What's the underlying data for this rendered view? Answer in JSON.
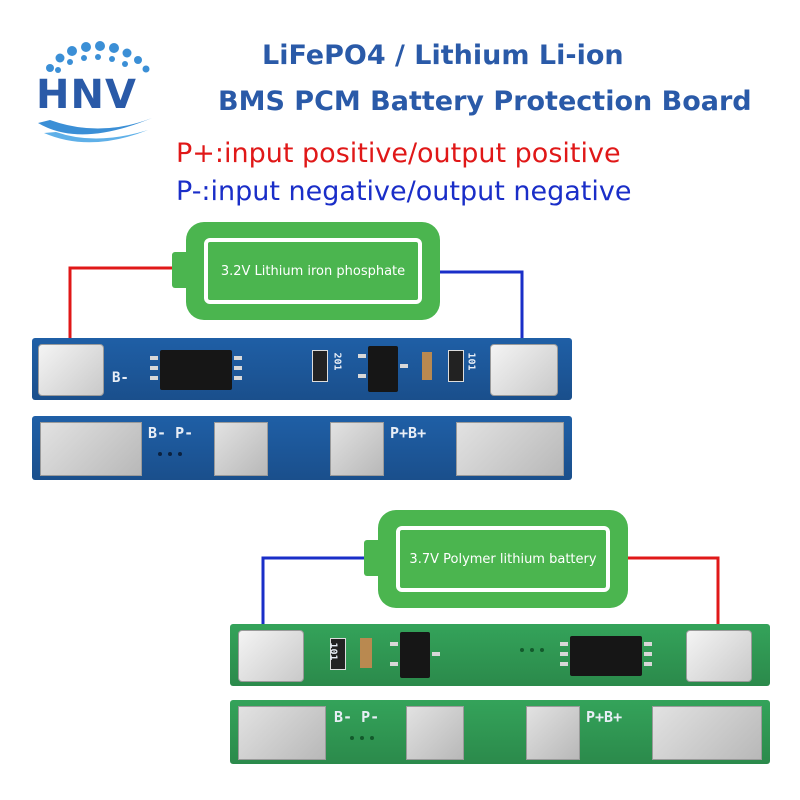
{
  "logo": {
    "text": "HNV",
    "brand_color": "#2a5aa8"
  },
  "title": {
    "line1": "LiFePO4 / Lithium Li-ion",
    "line2": "BMS PCM Battery Protection Board"
  },
  "legend": {
    "p_plus": "P+:input positive/output positive",
    "p_minus": "P-:input negative/output negative",
    "p_plus_color": "#e01818",
    "p_minus_color": "#1a2ec8"
  },
  "battery_top": {
    "label": "3.2V Lithium iron phosphate",
    "color": "#4bb54f"
  },
  "battery_bottom": {
    "label": "3.7V Polymer lithium battery",
    "color": "#4bb54f"
  },
  "board_top": {
    "front_marking": "B-",
    "back_labels": {
      "b_minus_p_minus": "B- P-",
      "p_plus_b_plus": "P+B+"
    },
    "resistor_marking": "101",
    "capacitor_marking": "201"
  },
  "board_bottom": {
    "back_labels": {
      "b_minus_p_minus": "B- P-",
      "p_plus_b_plus": "P+B+"
    },
    "resistor_marking": "101"
  }
}
